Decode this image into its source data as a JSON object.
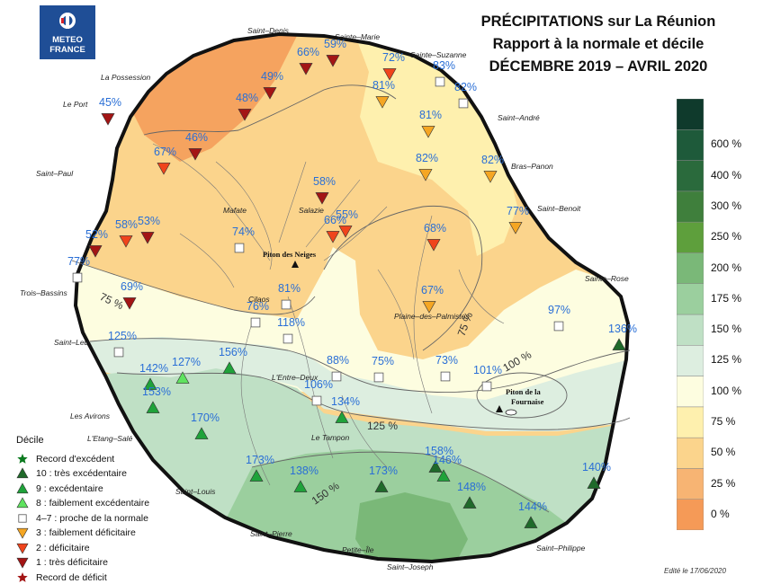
{
  "logo": {
    "line1": "METEO",
    "line2": "FRANCE"
  },
  "title": {
    "line1": "PRÉCIPITATIONS sur La Réunion",
    "line2": "Rapport à la normale et décile",
    "line3": "DÉCEMBRE 2019 – AVRIL 2020"
  },
  "edit_date": "Edité le 17/06/2020",
  "legend": {
    "title": "Décile",
    "items": [
      {
        "label": "Record d'excédent",
        "symbol": "star",
        "color": "#0b7a1f"
      },
      {
        "label": "10 : très excédentaire",
        "symbol": "tri-up",
        "color": "#1f6a2a"
      },
      {
        "label": "9 : excédentaire",
        "symbol": "tri-up",
        "color": "#1fa23a"
      },
      {
        "label": "8 : faiblement excédentaire",
        "symbol": "tri-up",
        "color": "#5fe35f"
      },
      {
        "label": "4–7 : proche de la normale",
        "symbol": "square",
        "color": "#ffffff"
      },
      {
        "label": "3 : faiblement déficitaire",
        "symbol": "tri-down",
        "color": "#f5a623"
      },
      {
        "label": "2 : déficitaire",
        "symbol": "tri-down",
        "color": "#f0441c"
      },
      {
        "label": "1 : très déficitaire",
        "symbol": "tri-down",
        "color": "#a31515"
      },
      {
        "label": "Record de déficit",
        "symbol": "star",
        "color": "#a31515"
      }
    ]
  },
  "color_scale": [
    {
      "label": "0 %",
      "color": "#f59a57"
    },
    {
      "label": "25 %",
      "color": "#f7b473"
    },
    {
      "label": "50 %",
      "color": "#fbd48c"
    },
    {
      "label": "75 %",
      "color": "#fef0ae"
    },
    {
      "label": "100 %",
      "color": "#fdfde0"
    },
    {
      "label": "125 %",
      "color": "#ddeee0"
    },
    {
      "label": "150 %",
      "color": "#bfe0c5"
    },
    {
      "label": "175 %",
      "color": "#9bcf9e"
    },
    {
      "label": "200 %",
      "color": "#7ab878"
    },
    {
      "label": "250 %",
      "color": "#5e9f3c"
    },
    {
      "label": "300 %",
      "color": "#3f7f3c"
    },
    {
      "label": "400 %",
      "color": "#2a6a3c"
    },
    {
      "label": "600 %",
      "color": "#1e5a3a"
    },
    {
      "label": "",
      "color": "#0f3a2c"
    }
  ],
  "places": [
    {
      "name": "Saint–Denis"
    },
    {
      "name": "Sainte–Marie"
    },
    {
      "name": "Sainte–Suzanne"
    },
    {
      "name": "La Possession"
    },
    {
      "name": "Le Port"
    },
    {
      "name": "Saint–André"
    },
    {
      "name": "Saint–Paul"
    },
    {
      "name": "Bras–Panon"
    },
    {
      "name": "Salazie"
    },
    {
      "name": "Mafate"
    },
    {
      "name": "Saint–Benoit"
    },
    {
      "name": "Piton des Neiges"
    },
    {
      "name": "Trois–Bassins"
    },
    {
      "name": "Sainte–Rose"
    },
    {
      "name": "Cilaos"
    },
    {
      "name": "Plaine–des–Palmistes"
    },
    {
      "name": "Saint–Leu"
    },
    {
      "name": "L'Entre–Deux"
    },
    {
      "name": "Piton de la"
    },
    {
      "name": "Fournaise"
    },
    {
      "name": "Les Avirons"
    },
    {
      "name": "L'Etang–Salé"
    },
    {
      "name": "Le Tampon"
    },
    {
      "name": "Saint–Louis"
    },
    {
      "name": "Saint–Pierre"
    },
    {
      "name": "Petite–Île"
    },
    {
      "name": "Saint–Joseph"
    },
    {
      "name": "Saint–Philippe"
    }
  ],
  "isoline_labels": [
    "75 %",
    "75 %",
    "100 %",
    "125 %",
    "150 %"
  ],
  "stations": [
    {
      "value": "66%",
      "decile": 1
    },
    {
      "value": "59%",
      "decile": 1
    },
    {
      "value": "72%",
      "decile": 2
    },
    {
      "value": "83%",
      "decile": 5
    },
    {
      "value": "82%",
      "decile": 5
    },
    {
      "value": "49%",
      "decile": 1
    },
    {
      "value": "48%",
      "decile": 1
    },
    {
      "value": "45%",
      "decile": 1
    },
    {
      "value": "81%",
      "decile": 3
    },
    {
      "value": "81%",
      "decile": 3
    },
    {
      "value": "46%",
      "decile": 1
    },
    {
      "value": "67%",
      "decile": 2
    },
    {
      "value": "82%",
      "decile": 3
    },
    {
      "value": "82%",
      "decile": 3
    },
    {
      "value": "58%",
      "decile": 1
    },
    {
      "value": "77%",
      "decile": 3
    },
    {
      "value": "52%",
      "decile": 1
    },
    {
      "value": "58%",
      "decile": 2
    },
    {
      "value": "53%",
      "decile": 1
    },
    {
      "value": "74%",
      "decile": 5
    },
    {
      "value": "66%",
      "decile": 2
    },
    {
      "value": "55%",
      "decile": 2
    },
    {
      "value": "68%",
      "decile": 2
    },
    {
      "value": "77%",
      "decile": 5
    },
    {
      "value": "69%",
      "decile": 1
    },
    {
      "value": "81%",
      "decile": 5
    },
    {
      "value": "76%",
      "decile": 5
    },
    {
      "value": "67%",
      "decile": 3
    },
    {
      "value": "118%",
      "decile": 5
    },
    {
      "value": "97%",
      "decile": 5
    },
    {
      "value": "136%",
      "decile": 10
    },
    {
      "value": "125%",
      "decile": 5
    },
    {
      "value": "156%",
      "decile": 9
    },
    {
      "value": "142%",
      "decile": 9
    },
    {
      "value": "127%",
      "decile": 8
    },
    {
      "value": "88%",
      "decile": 5
    },
    {
      "value": "75%",
      "decile": 5
    },
    {
      "value": "73%",
      "decile": 5
    },
    {
      "value": "101%",
      "decile": 5
    },
    {
      "value": "153%",
      "decile": 9
    },
    {
      "value": "106%",
      "decile": 5
    },
    {
      "value": "134%",
      "decile": 9
    },
    {
      "value": "170%",
      "decile": 9
    },
    {
      "value": "173%",
      "decile": 9
    },
    {
      "value": "138%",
      "decile": 9
    },
    {
      "value": "173%",
      "decile": 10
    },
    {
      "value": "158%",
      "decile": 10
    },
    {
      "value": "146%",
      "decile": 9
    },
    {
      "value": "148%",
      "decile": 10
    },
    {
      "value": "140%",
      "decile": 10
    },
    {
      "value": "144%",
      "decile": 10
    }
  ]
}
